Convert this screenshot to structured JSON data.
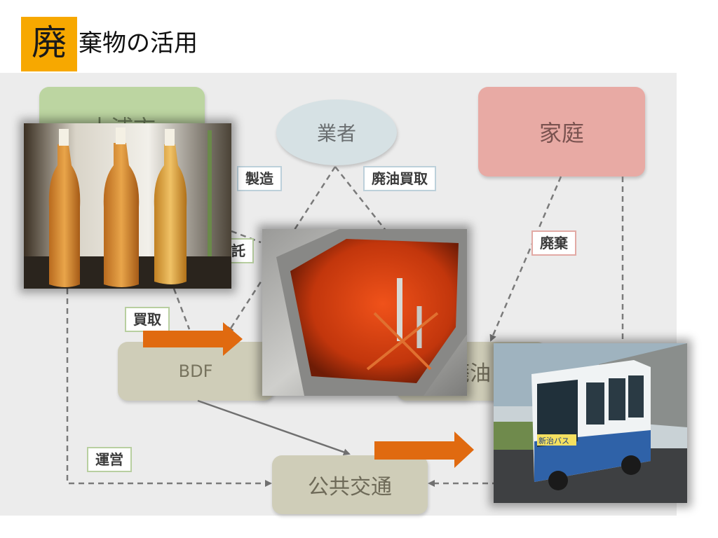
{
  "header": {
    "title_char": "廃",
    "title_rest": "棄物の活用"
  },
  "nodes": {
    "city": "土浦市",
    "vendor": "業者",
    "home": "家庭",
    "bdf": "BDF",
    "oil": "廃油",
    "transit": "公共交通"
  },
  "labels": {
    "seizo": "製造",
    "haiyu_kaitori": "廃油買取",
    "itaku": "託",
    "haiki": "廃棄",
    "kaitori": "買取",
    "unei": "運営"
  },
  "photos": {
    "bottles": "bottles-photo",
    "tank": "tank-photo",
    "bus": "bus-photo",
    "bus_sign": "新治バス"
  },
  "colors": {
    "accent": "#f7a800",
    "arrow": "#e06a10",
    "city": "#bcd5a1",
    "vendor": "#d6e1e4",
    "home": "#e8aaa4",
    "node": "#cfcdb8"
  }
}
